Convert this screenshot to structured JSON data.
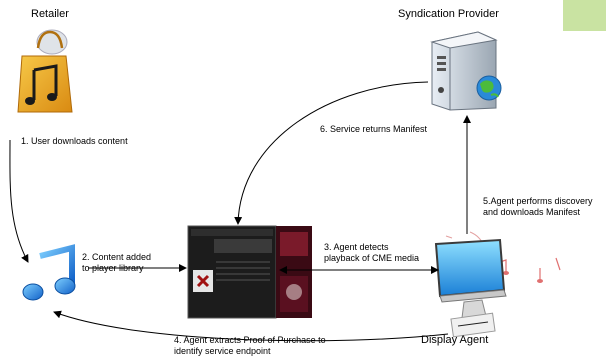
{
  "actors": {
    "retailer": "Retailer",
    "syndication_provider": "Syndication Provider",
    "display_agent": "Display Agent"
  },
  "steps": {
    "step1": "1. User downloads content",
    "step2_line1": "2. Content added",
    "step2_line2": "to player library",
    "step3_line1": "3. Agent detects",
    "step3_line2": "playback of CME media",
    "step4_line1": "4. Agent extracts Proof of Purchase to",
    "step4_line2": "identify service endpoint",
    "step5_line1": "5.Agent performs discovery",
    "step5_line2": "and downloads Manifest",
    "step6": "6. Service returns Manifest"
  },
  "icons": {
    "retailer": "shopping-bag-music-icon",
    "syndication": "server-globe-icon",
    "player": "music-note-icon",
    "media": "media-player-screenshot-icon",
    "display": "monitor-icon"
  },
  "colors": {
    "accent_green": "#c9e3a2",
    "note_blue": "#1f8fe0",
    "bag_orange": "#e8a020"
  }
}
